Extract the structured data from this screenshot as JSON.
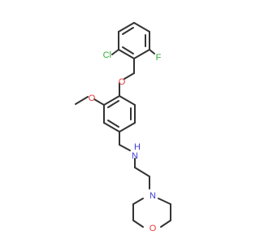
{
  "molecule": {
    "atoms": [
      {
        "id": "cl",
        "symbol": "Cl",
        "color": "#33aa33"
      },
      {
        "id": "f",
        "symbol": "F",
        "color": "#33aa33"
      },
      {
        "id": "o1",
        "symbol": "O",
        "color": "#e23b3b"
      },
      {
        "id": "o2",
        "symbol": "O",
        "color": "#e23b3b"
      },
      {
        "id": "nh",
        "symbol": "H",
        "color": "#3b3bd6"
      },
      {
        "id": "n1",
        "symbol": "N",
        "color": "#3b3bd6"
      },
      {
        "id": "n2",
        "symbol": "N",
        "color": "#3b3bd6"
      },
      {
        "id": "o3",
        "symbol": "O",
        "color": "#e23b3b"
      }
    ]
  }
}
